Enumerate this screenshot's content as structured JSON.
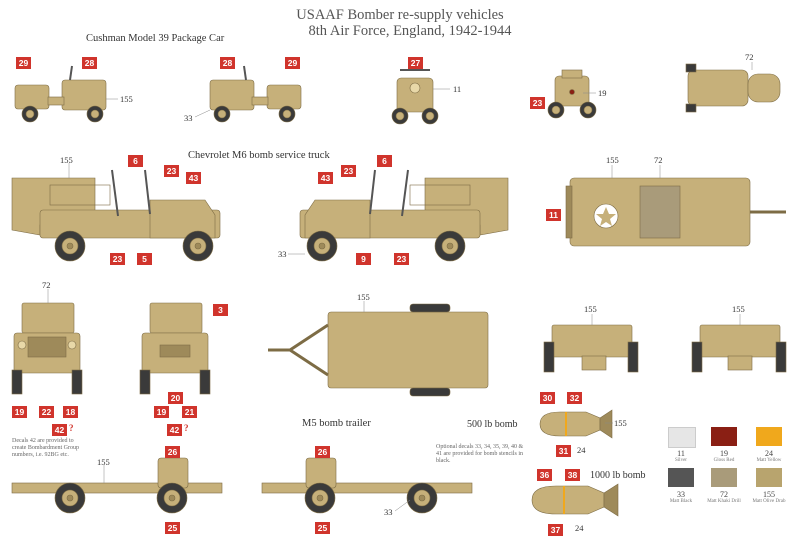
{
  "header": {
    "title_line1": "USAAF Bomber re-supply vehicles",
    "title_line2": "8th Air Force, England, 1942-1944"
  },
  "captions": {
    "cushman": "Cushman Model 39 Package Car",
    "chevrolet": "Chevrolet M6 bomb service truck",
    "trailer": "M5 bomb trailer",
    "bomb500": "500 lb bomb",
    "bomb1000": "1000 lb bomb"
  },
  "notes": {
    "decals42": "Decals 42 are provided to create Bombardment Group numbers, i.e. 92BG etc.",
    "optional": "Optional decals 33, 34, 35, 39, 40 & 41 are provided for bomb stencils in black."
  },
  "decal_badges": {
    "b29a": "29",
    "b28a": "28",
    "b28b": "28",
    "b29b": "29",
    "b27": "27",
    "b23a": "23",
    "b6a": "6",
    "b23b": "23",
    "b43a": "43",
    "b43b": "43",
    "b23c": "23",
    "b6b": "6",
    "b11": "11",
    "b23d": "23",
    "b5": "5",
    "b9": "9",
    "b23e": "23",
    "b3": "3",
    "b19a": "19",
    "b22": "22",
    "b18": "18",
    "b42a": "42",
    "b19b": "19",
    "b20": "20",
    "b21": "21",
    "b42b": "42",
    "b26a": "26",
    "b25a": "25",
    "b26b": "26",
    "b25b": "25",
    "b30": "30",
    "b32": "32",
    "b31": "31",
    "b36": "36",
    "b38": "38",
    "b37": "37"
  },
  "color_refs": {
    "n155a": "155",
    "n33a": "33",
    "n11": "11",
    "n19": "19",
    "n72a": "72",
    "n155b": "155",
    "n155c": "155",
    "n72b": "72",
    "n33b": "33",
    "n72c": "72",
    "n155d": "155",
    "n155e": "155",
    "n155f": "155",
    "n155g": "155",
    "n24a": "24",
    "n155h": "155",
    "n33c": "33",
    "n24b": "24"
  },
  "question_mark": "?",
  "palette": [
    {
      "code": "11",
      "name": "Silver",
      "hex": "#e6e6e6"
    },
    {
      "code": "19",
      "name": "Gloss Red",
      "hex": "#8a1f14"
    },
    {
      "code": "24",
      "name": "Matt Yellow",
      "hex": "#f0a81c"
    },
    {
      "code": "33",
      "name": "Matt Black",
      "hex": "#555555"
    },
    {
      "code": "72",
      "name": "Matt Khaki Drill",
      "hex": "#a99b7a"
    },
    {
      "code": "155",
      "name": "Matt Olive Drab",
      "hex": "#b8a46e"
    }
  ],
  "colors": {
    "decal_red": "#d0342c",
    "vehicle_tan": "#c6b07a",
    "vehicle_shade": "#9e8a5a",
    "tyre": "#3a3a3a"
  }
}
